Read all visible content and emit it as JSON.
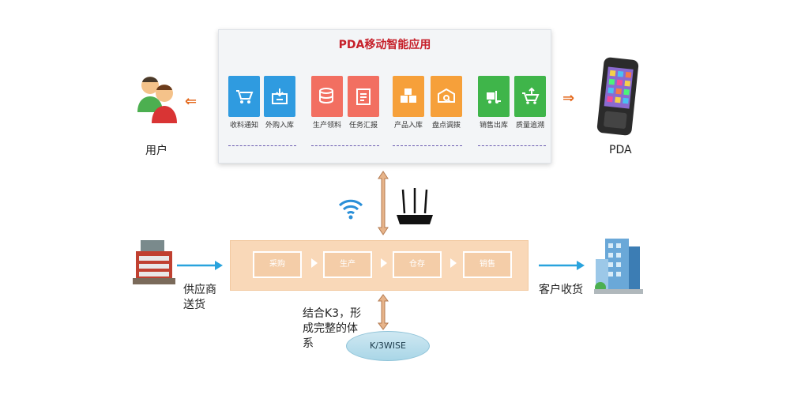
{
  "panel": {
    "title": "PDA移动智能应用",
    "modules": [
      {
        "label": "收料通知",
        "color": "#2f9be0",
        "icon": "cart-icon"
      },
      {
        "label": "外购入库",
        "color": "#2f9be0",
        "icon": "inbox-tray-icon"
      },
      {
        "label": "生产领料",
        "color": "#f26f61",
        "icon": "database-icon"
      },
      {
        "label": "任务汇报",
        "color": "#f26f61",
        "icon": "clipboard-icon"
      },
      {
        "label": "产品入库",
        "color": "#f6a03a",
        "icon": "boxes-icon"
      },
      {
        "label": "盘点调拨",
        "color": "#f6a03a",
        "icon": "box-search-icon"
      },
      {
        "label": "销售出库",
        "color": "#3fb54a",
        "icon": "forklift-icon"
      },
      {
        "label": "质量追溯",
        "color": "#3fb54a",
        "icon": "cart-upload-icon"
      }
    ]
  },
  "actors": {
    "user_label": "用户",
    "pda_label": "PDA",
    "supplier_label_line1": "供应商",
    "supplier_label_line2": "送货",
    "customer_label": "客户收货"
  },
  "process": {
    "steps": [
      "采购",
      "生产",
      "仓存",
      "销售"
    ]
  },
  "note": {
    "line1": "结合K3，形",
    "line2": "成完整的体",
    "line3": "系"
  },
  "k3": {
    "label": "K/3WISE"
  },
  "colors": {
    "panel_title": "#c6202a",
    "arrow_orange": "#e46a1e",
    "arrow_blue": "#29a3dd",
    "band": "#f9d8b8"
  }
}
